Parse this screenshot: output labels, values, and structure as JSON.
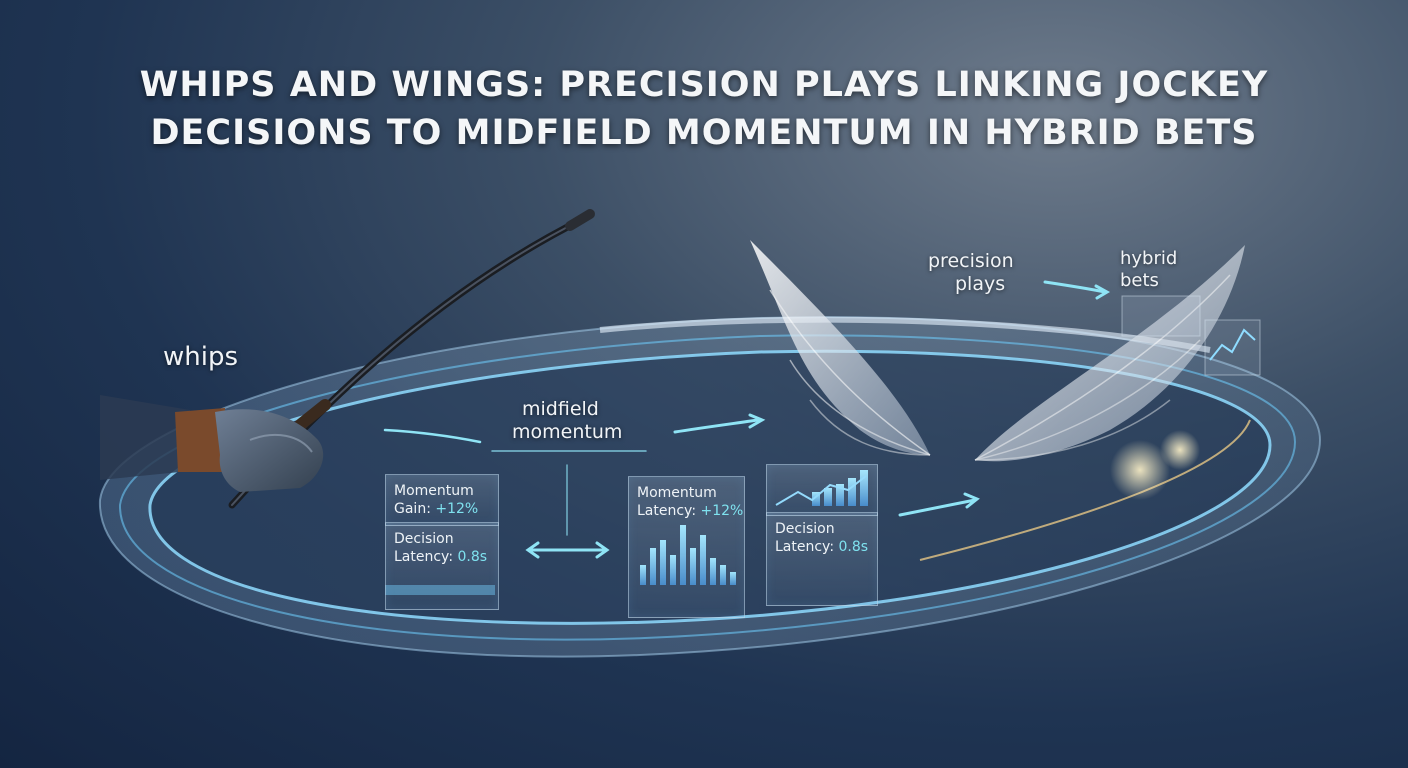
{
  "title": {
    "line1": "WHIPS AND WINGS: PRECISION PLAYS LINKING JOCKEY",
    "line2": "DECISIONS TO MIDFIELD MOMENTUM IN HYBRID BETS"
  },
  "labels": {
    "whips": "whips",
    "midfield_line1": "midfield",
    "midfield_line2": "momentum",
    "precision_line1": "precision",
    "precision_line2": "plays",
    "hybrid_line1": "hybrid",
    "hybrid_line2": "bets"
  },
  "panels": {
    "left_top": {
      "line1": "Momentum",
      "line2_prefix": "Gain: ",
      "line2_value": "+12%"
    },
    "left_bottom": {
      "line1": "Decision",
      "line2_prefix": "Latency: ",
      "line2_value": "0.8s"
    },
    "center": {
      "line1": "Momentum",
      "line2_prefix": "Latency: ",
      "line2_value": "+12%"
    },
    "right_bottom": {
      "line1": "Decision",
      "line2_prefix": "Latency: ",
      "line2_value": "0.8s"
    }
  },
  "colors": {
    "accent_cyan": "#7fe2ef",
    "track_glow": "#8fdcff",
    "background_dark": "#142541"
  }
}
